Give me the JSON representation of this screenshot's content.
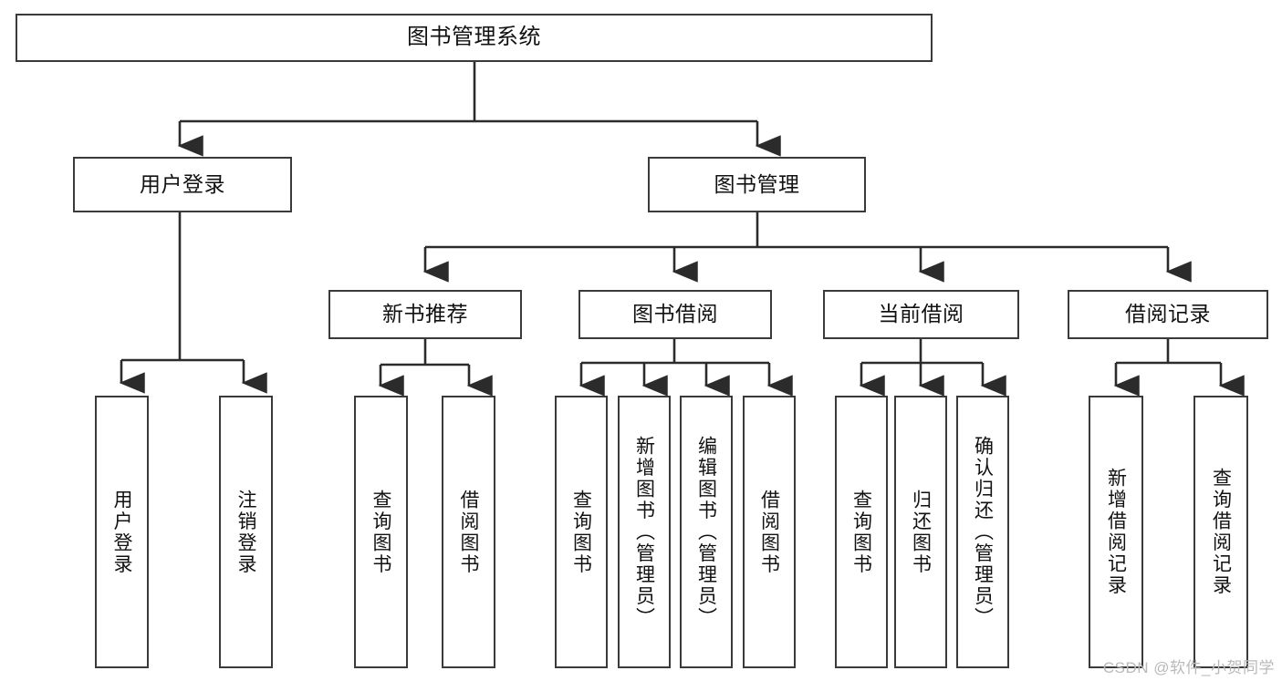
{
  "diagram": {
    "type": "tree-hierarchy",
    "title": "图书管理系统",
    "watermark": "CSDN @软件_小贺同学",
    "colors": {
      "box_border": "#3a3a3a",
      "box_fill": "#ffffff",
      "link": "#2b2b2b",
      "text": "#111111",
      "watermark": "#b9b9b9"
    },
    "levels": {
      "level1": [
        "图书管理系统"
      ],
      "level2": [
        "用户登录",
        "图书管理"
      ],
      "level3": [
        "新书推荐",
        "图书借阅",
        "当前借阅",
        "借阅记录"
      ],
      "level4": [
        "用户登录",
        "注销登录",
        "查询图书",
        "借阅图书",
        "查询图书",
        "新增图书（管理员）",
        "编辑图书（管理员）",
        "借阅图书",
        "查询图书",
        "归还图书",
        "确认归还（管理员）",
        "新增借阅记录",
        "查询借阅记录"
      ]
    },
    "nodes": {
      "root": {
        "label": "图书管理系统"
      },
      "user_login": {
        "label": "用户登录"
      },
      "book_manage": {
        "label": "图书管理"
      },
      "new_book_rec": {
        "label": "新书推荐"
      },
      "book_borrow": {
        "label": "图书借阅"
      },
      "current_borrow": {
        "label": "当前借阅"
      },
      "borrow_record": {
        "label": "借阅记录"
      },
      "leaf_user_login": {
        "label": "用户登录"
      },
      "leaf_logout": {
        "label": "注销登录"
      },
      "leaf_query_book_1": {
        "label": "查询图书"
      },
      "leaf_borrow_book_1": {
        "label": "借阅图书"
      },
      "leaf_query_book_2": {
        "label": "查询图书"
      },
      "leaf_add_book": {
        "label": "新增图书（管理员）"
      },
      "leaf_edit_book": {
        "label": "编辑图书（管理员）"
      },
      "leaf_borrow_book_2": {
        "label": "借阅图书"
      },
      "leaf_query_book_3": {
        "label": "查询图书"
      },
      "leaf_return_book": {
        "label": "归还图书"
      },
      "leaf_confirm_return": {
        "label": "确认归还（管理员）"
      },
      "leaf_add_record": {
        "label": "新增借阅记录"
      },
      "leaf_query_record": {
        "label": "查询借阅记录"
      }
    },
    "edges": [
      {
        "from": "root",
        "to": "user_login"
      },
      {
        "from": "root",
        "to": "book_manage"
      },
      {
        "from": "user_login",
        "to": "leaf_user_login"
      },
      {
        "from": "user_login",
        "to": "leaf_logout"
      },
      {
        "from": "book_manage",
        "to": "new_book_rec"
      },
      {
        "from": "book_manage",
        "to": "book_borrow"
      },
      {
        "from": "book_manage",
        "to": "current_borrow"
      },
      {
        "from": "book_manage",
        "to": "borrow_record"
      },
      {
        "from": "new_book_rec",
        "to": "leaf_query_book_1"
      },
      {
        "from": "new_book_rec",
        "to": "leaf_borrow_book_1"
      },
      {
        "from": "book_borrow",
        "to": "leaf_query_book_2"
      },
      {
        "from": "book_borrow",
        "to": "leaf_add_book"
      },
      {
        "from": "book_borrow",
        "to": "leaf_edit_book"
      },
      {
        "from": "book_borrow",
        "to": "leaf_borrow_book_2"
      },
      {
        "from": "current_borrow",
        "to": "leaf_query_book_3"
      },
      {
        "from": "current_borrow",
        "to": "leaf_return_book"
      },
      {
        "from": "current_borrow",
        "to": "leaf_confirm_return"
      },
      {
        "from": "borrow_record",
        "to": "leaf_add_record"
      },
      {
        "from": "borrow_record",
        "to": "leaf_query_record"
      }
    ]
  }
}
